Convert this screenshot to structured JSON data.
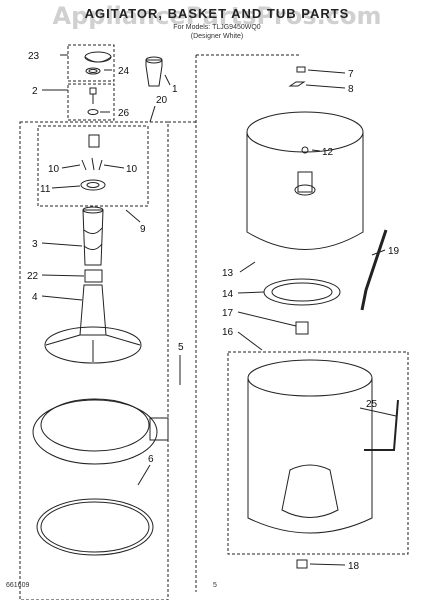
{
  "header": {
    "title": "AGITATOR, BASKET AND TUB PARTS",
    "subtitle1": "For Models: TLJG9450WQ0",
    "subtitle2": "(Designer White)",
    "watermark": "AppliancePartsPros.com"
  },
  "footer": {
    "code": "661609",
    "page": "5"
  },
  "callouts": {
    "c23": "23",
    "c24": "24",
    "c2": "2",
    "c26": "26",
    "c20": "20",
    "c1": "1",
    "c10a": "10",
    "c10b": "10",
    "c11": "11",
    "c9": "9",
    "c3": "3",
    "c22": "22",
    "c4": "4",
    "c5": "5",
    "c6": "6",
    "c7": "7",
    "c8": "8",
    "c12": "12",
    "c13": "13",
    "c14": "14",
    "c17": "17",
    "c16": "16",
    "c19": "19",
    "c25": "25",
    "c18": "18"
  }
}
